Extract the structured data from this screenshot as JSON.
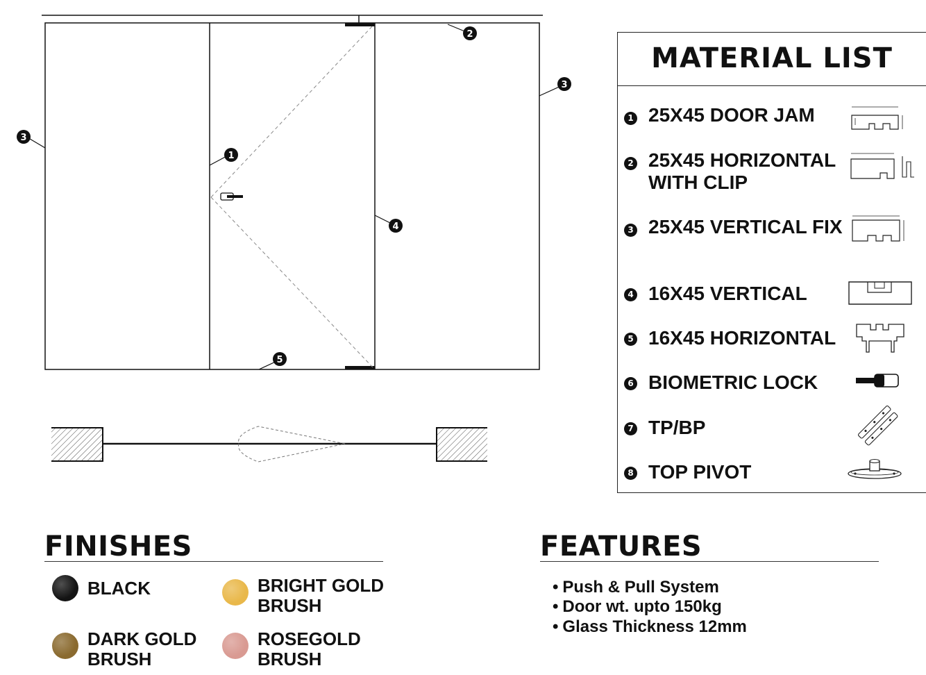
{
  "diagram": {
    "callouts": [
      {
        "id": "jamb-left",
        "number": "3"
      },
      {
        "id": "jamb-right",
        "number": "3"
      },
      {
        "id": "door-jam",
        "number": "1"
      },
      {
        "id": "horizontal-top",
        "number": "2"
      },
      {
        "id": "vertical-16",
        "number": "4"
      },
      {
        "id": "horizontal-bottom",
        "number": "5"
      }
    ]
  },
  "material_list": {
    "title": "MATERIAL LIST",
    "items": [
      {
        "number": "1",
        "label": "25X45 DOOR JAM",
        "icon": "door-jam-profile-icon"
      },
      {
        "number": "2",
        "label": "25X45 HORIZONTAL WITH CLIP",
        "icon": "horizontal-clip-profile-icon"
      },
      {
        "number": "3",
        "label": "25X45 VERTICAL FIX",
        "icon": "vertical-fix-profile-icon"
      },
      {
        "number": "4",
        "label": "16X45 VERTICAL",
        "icon": "vertical-16-profile-icon"
      },
      {
        "number": "5",
        "label": "16X45 HORIZONTAL",
        "icon": "horizontal-16-profile-icon"
      },
      {
        "number": "6",
        "label": "BIOMETRIC LOCK",
        "icon": "biometric-lock-icon"
      },
      {
        "number": "7",
        "label": "TP/BP",
        "icon": "tp-bp-plate-icon"
      },
      {
        "number": "8",
        "label": "TOP PIVOT",
        "icon": "top-pivot-icon"
      }
    ]
  },
  "finishes": {
    "title": "FINISHES",
    "items": [
      {
        "label_line1": "BLACK",
        "label_line2": "",
        "color": "#141414"
      },
      {
        "label_line1": "BRIGHT GOLD",
        "label_line2": "BRUSH",
        "color": "#e9b84a"
      },
      {
        "label_line1": "DARK GOLD",
        "label_line2": "BRUSH",
        "color": "#8a6a2f"
      },
      {
        "label_line1": "ROSEGOLD",
        "label_line2": "BRUSH",
        "color": "#d99a92"
      }
    ]
  },
  "features": {
    "title": "FEATURES",
    "bullet": "•",
    "items": [
      "Push & Pull System",
      "Door wt. upto 150kg",
      "Glass Thickness 12mm"
    ]
  }
}
